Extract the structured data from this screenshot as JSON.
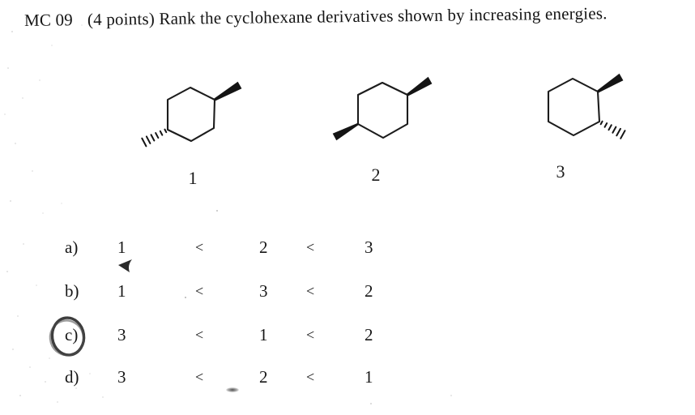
{
  "question": {
    "id": "MC 09",
    "rest": "(4 points) Rank the cyclohexane derivatives shown by increasing energies."
  },
  "structures": [
    {
      "label": "1",
      "bonds": [
        "solid-wedge",
        "hashed-wedge"
      ],
      "pattern": "1,4-disubstituted cyclohexane, wedge up-right and hash down-left"
    },
    {
      "label": "2",
      "bonds": [
        "solid-wedge",
        "solid-wedge"
      ],
      "pattern": "1,4-disubstituted cyclohexane, wedges up-right and down-left"
    },
    {
      "label": "3",
      "bonds": [
        "solid-wedge",
        "hashed-wedge"
      ],
      "pattern": "1,2-disubstituted cyclohexane, wedge up-right and hash down-right"
    }
  ],
  "options": [
    {
      "key": "a)",
      "terms": [
        "1",
        "<",
        "2",
        "<",
        "3"
      ]
    },
    {
      "key": "b)",
      "terms": [
        "1",
        "<",
        "3",
        "<",
        "2"
      ]
    },
    {
      "key": "c)",
      "terms": [
        "3",
        "<",
        "1",
        "<",
        "2"
      ]
    },
    {
      "key": "d)",
      "terms": [
        "3",
        "<",
        "2",
        "<",
        "1"
      ]
    }
  ],
  "annotations": {
    "selected_option": "c)",
    "marks": [
      "hand-drawn pencil circle around option c",
      "pen arrowhead mark below the 1 of option a"
    ]
  }
}
